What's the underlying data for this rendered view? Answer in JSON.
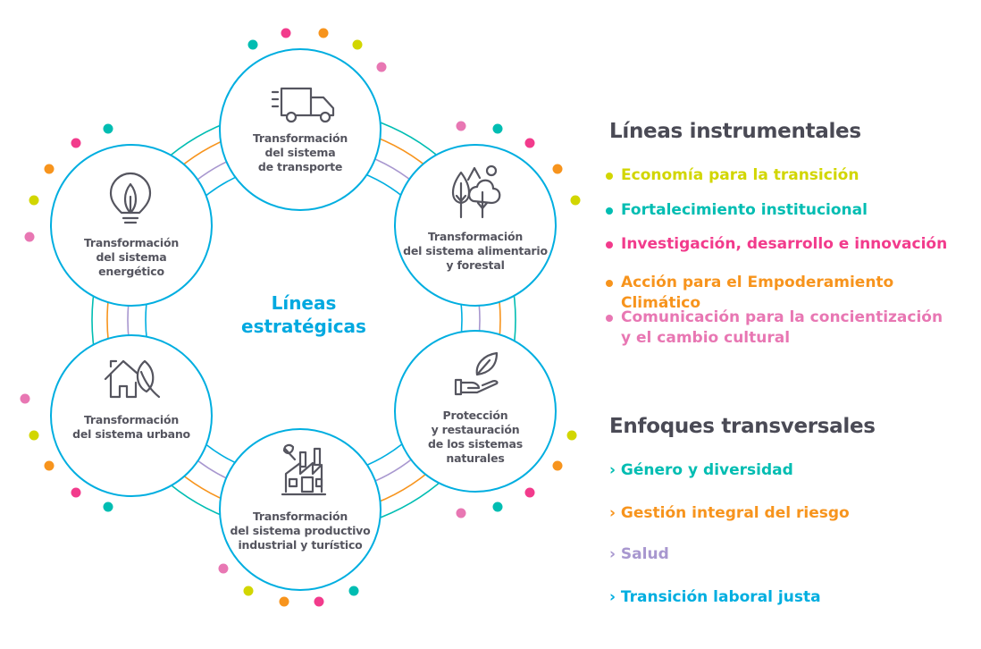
{
  "colors": {
    "yellow": "#d2d600",
    "teal": "#00bdb2",
    "pink": "#f23b8c",
    "orange": "#f7941d",
    "lightpink": "#e877b3",
    "purple": "#a897cf",
    "cyan": "#00aee0",
    "text": "#4a4a55"
  },
  "center_title": "Líneas\nestratégicas",
  "nodes": [
    {
      "icon": "truck-icon",
      "label": "Transformación\ndel sistema\nde transporte"
    },
    {
      "icon": "trees-icon",
      "label": "Transformación\ndel sistema alimentario\ny forestal"
    },
    {
      "icon": "hand-leaf-icon",
      "label": "Protección\ny restauración\nde los sistemas\nnaturales"
    },
    {
      "icon": "factory-icon",
      "label": "Transformación\ndel sistema productivo\nindustrial y turístico"
    },
    {
      "icon": "house-leaf-icon",
      "label": "Transformación\ndel sistema urbano"
    },
    {
      "icon": "lightbulb-leaf-icon",
      "label": "Transformación\ndel sistema\nenergético"
    }
  ],
  "instrumentales": {
    "heading": "Líneas instrumentales",
    "items": [
      {
        "label": "Economía para la transición",
        "color": "#d2d600"
      },
      {
        "label": "Fortalecimiento institucional",
        "color": "#00bdb2"
      },
      {
        "label": "Investigación, desarrollo e innovación",
        "color": "#f23b8c"
      },
      {
        "label": "Acción para el Empoderamiento Climático",
        "color": "#f7941d"
      },
      {
        "label": "Comunicación para la concientización\ny el cambio cultural",
        "color": "#e877b3"
      }
    ]
  },
  "transversales": {
    "heading": "Enfoques transversales",
    "items": [
      {
        "label": "› Género y diversidad",
        "color": "#00bdb2"
      },
      {
        "label": "› Gestión integral del riesgo",
        "color": "#f7941d"
      },
      {
        "label": "› Salud",
        "color": "#a897cf"
      },
      {
        "label": "› Transición laboral justa",
        "color": "#00aee0"
      }
    ]
  }
}
